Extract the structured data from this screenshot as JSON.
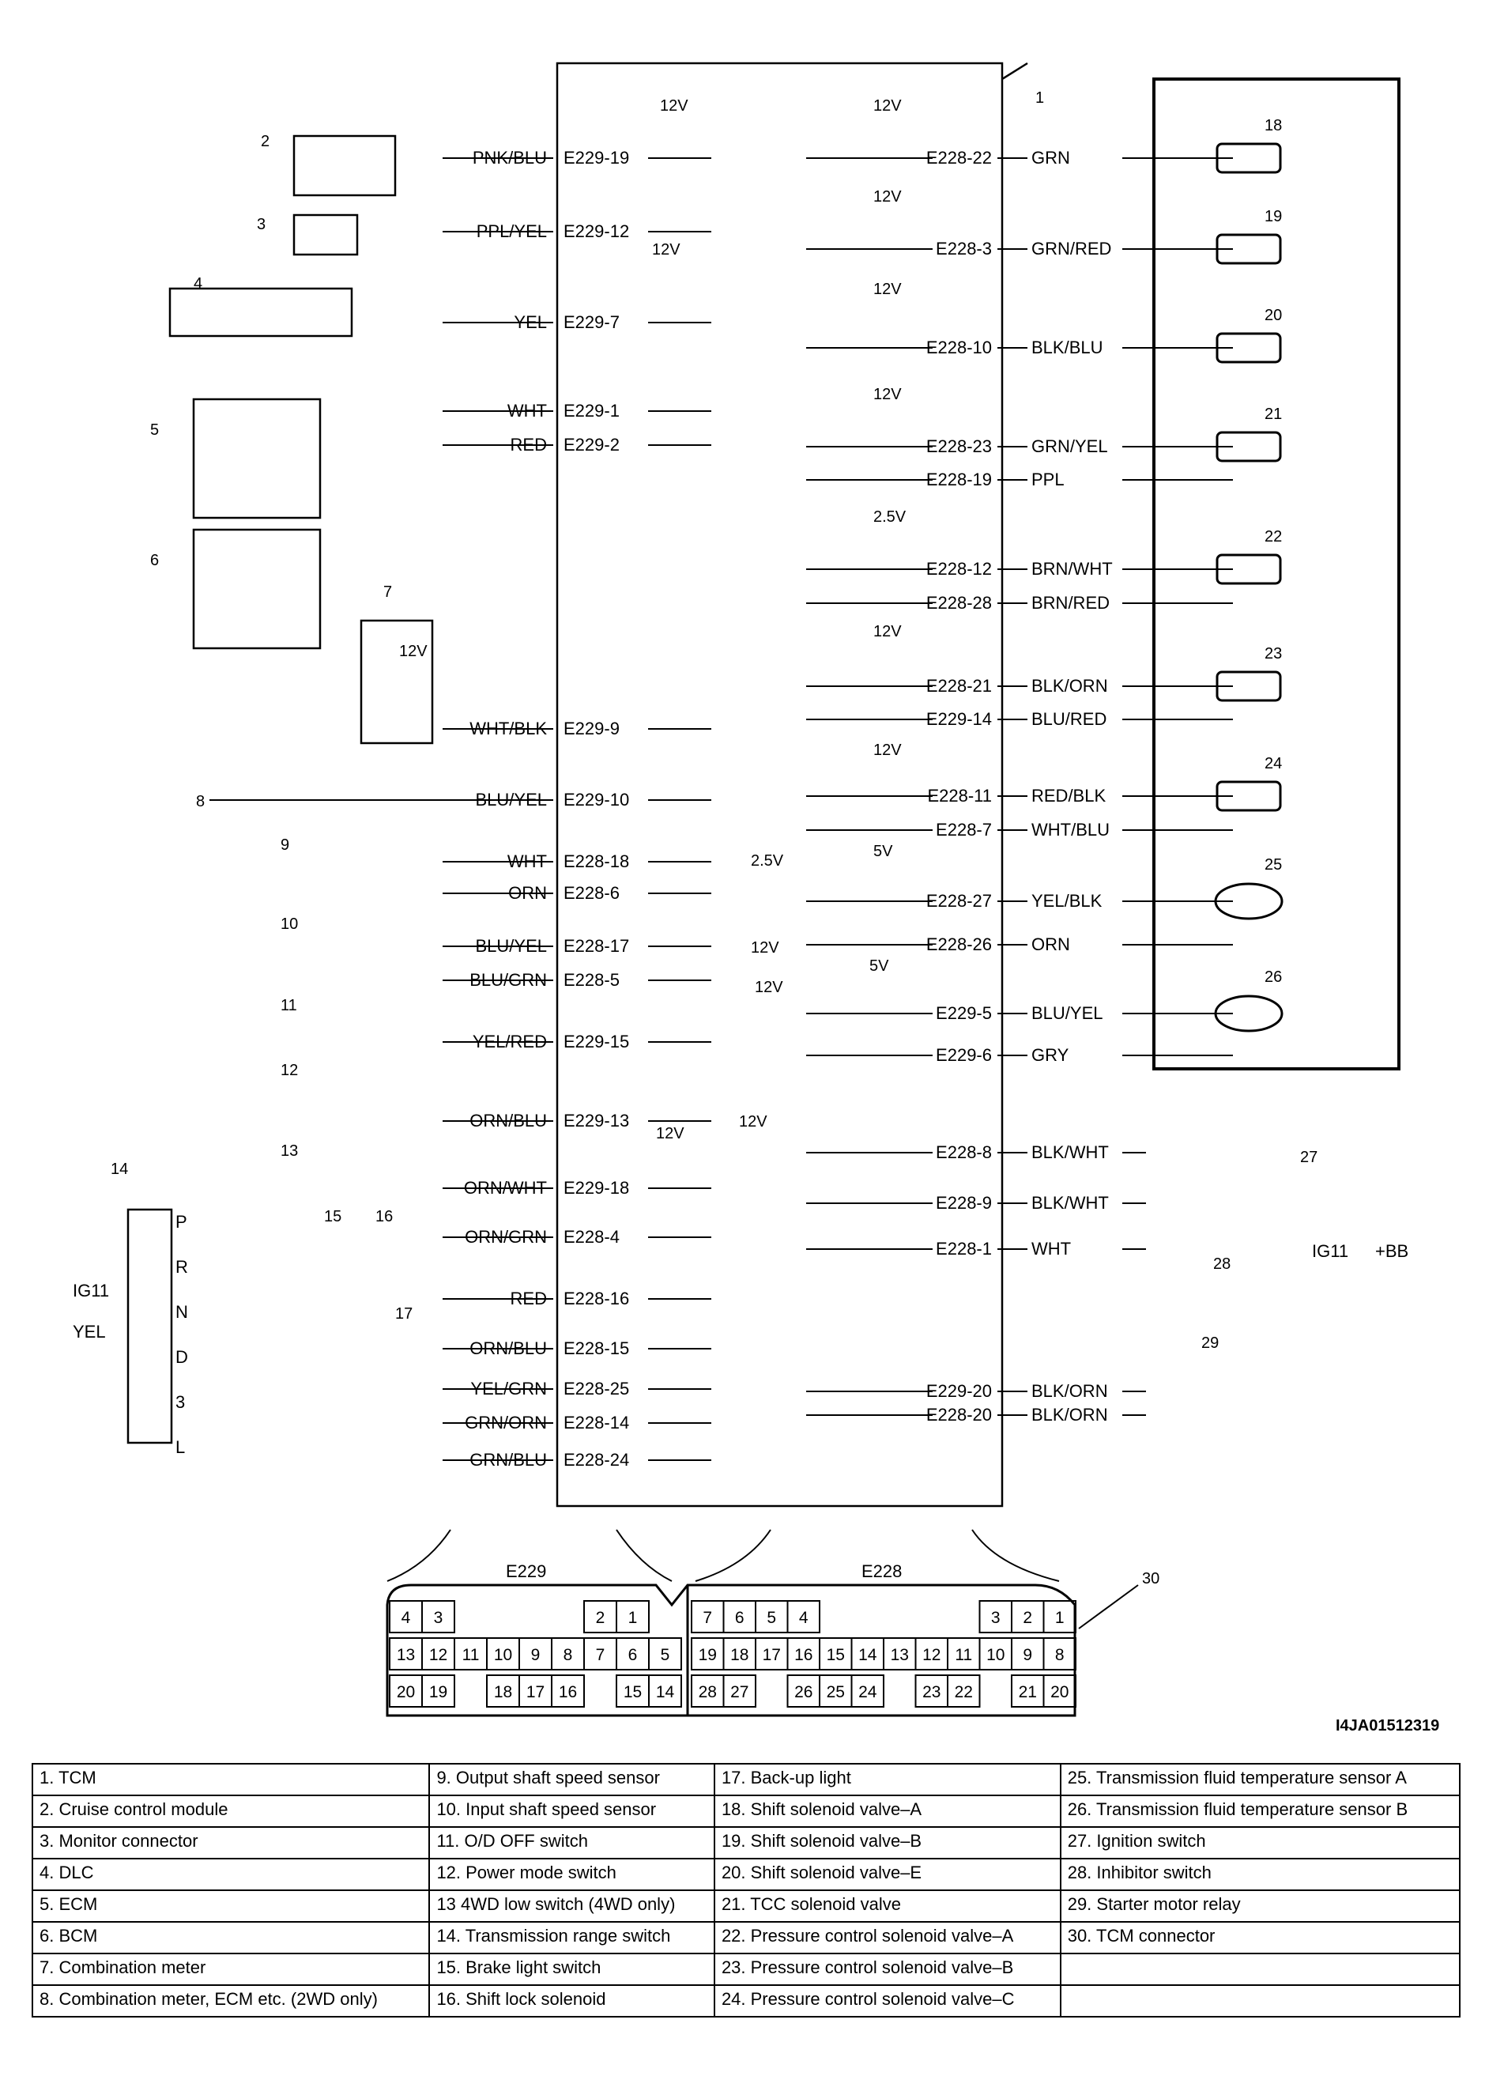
{
  "diagram": {
    "block_number": "1",
    "left_wires": [
      {
        "color": "PNK/BLU",
        "pin": "E229-19"
      },
      {
        "color": "PPL/YEL",
        "pin": "E229-12"
      },
      {
        "color": "YEL",
        "pin": "E229-7"
      },
      {
        "color": "WHT",
        "pin": "E229-1"
      },
      {
        "color": "RED",
        "pin": "E229-2"
      },
      {
        "color": "WHT/BLK",
        "pin": "E229-9"
      },
      {
        "color": "BLU/YEL",
        "pin": "E229-10"
      },
      {
        "color": "WHT",
        "pin": "E228-18"
      },
      {
        "color": "ORN",
        "pin": "E228-6"
      },
      {
        "color": "BLU/YEL",
        "pin": "E228-17"
      },
      {
        "color": "BLU/GRN",
        "pin": "E228-5"
      },
      {
        "color": "YEL/RED",
        "pin": "E229-15"
      },
      {
        "color": "ORN/BLU",
        "pin": "E229-13"
      },
      {
        "color": "ORN/WHT",
        "pin": "E229-18"
      },
      {
        "color": "ORN/GRN",
        "pin": "E228-4"
      },
      {
        "color": "RED",
        "pin": "E228-16"
      },
      {
        "color": "ORN/BLU",
        "pin": "E228-15"
      },
      {
        "color": "YEL/GRN",
        "pin": "E228-25"
      },
      {
        "color": "GRN/ORN",
        "pin": "E228-14"
      },
      {
        "color": "GRN/BLU",
        "pin": "E228-24"
      }
    ],
    "right_wires": [
      {
        "pin": "E228-22",
        "color": "GRN"
      },
      {
        "pin": "E228-3",
        "color": "GRN/RED"
      },
      {
        "pin": "E228-10",
        "color": "BLK/BLU"
      },
      {
        "pin": "E228-23",
        "color": "GRN/YEL"
      },
      {
        "pin": "E228-19",
        "color": "PPL"
      },
      {
        "pin": "E228-12",
        "color": "BRN/WHT"
      },
      {
        "pin": "E228-28",
        "color": "BRN/RED"
      },
      {
        "pin": "E228-21",
        "color": "BLK/ORN"
      },
      {
        "pin": "E229-14",
        "color": "BLU/RED"
      },
      {
        "pin": "E228-11",
        "color": "RED/BLK"
      },
      {
        "pin": "E228-7",
        "color": "WHT/BLU"
      },
      {
        "pin": "E228-27",
        "color": "YEL/BLK"
      },
      {
        "pin": "E228-26",
        "color": "ORN"
      },
      {
        "pin": "E229-5",
        "color": "BLU/YEL"
      },
      {
        "pin": "E229-6",
        "color": "GRY"
      },
      {
        "pin": "E228-8",
        "color": "BLK/WHT"
      },
      {
        "pin": "E228-9",
        "color": "BLK/WHT"
      },
      {
        "pin": "E228-1",
        "color": "WHT"
      },
      {
        "pin": "E229-20",
        "color": "BLK/ORN"
      },
      {
        "pin": "E228-20",
        "color": "BLK/ORN"
      }
    ],
    "voltages": {
      "v12": "12V",
      "v5": "5V",
      "v25": "2.5V"
    },
    "component_numbers": [
      "2",
      "3",
      "4",
      "5",
      "6",
      "7",
      "8",
      "9",
      "10",
      "11",
      "12",
      "13",
      "14",
      "15",
      "16",
      "17",
      "18",
      "19",
      "20",
      "21",
      "22",
      "23",
      "24",
      "25",
      "26",
      "27",
      "28",
      "29",
      "30"
    ],
    "range_positions": [
      "P",
      "R",
      "N",
      "D",
      "3",
      "L"
    ],
    "ig11_label": "IG11",
    "yel_label": "YEL",
    "bb_label": "+BB",
    "connectors": {
      "e229_label": "E229",
      "e228_label": "E228",
      "e229_rows": [
        [
          "4",
          "3",
          "",
          "",
          "",
          "",
          "2",
          "1"
        ],
        [
          "13",
          "12",
          "11",
          "10",
          "9",
          "8",
          "7",
          "6",
          "5"
        ],
        [
          "20",
          "19",
          "",
          "18",
          "17",
          "16",
          "",
          "15",
          "14"
        ]
      ],
      "e228_rows": [
        [
          "7",
          "6",
          "5",
          "4",
          "",
          "",
          "",
          "",
          "",
          "3",
          "2",
          "1"
        ],
        [
          "19",
          "18",
          "17",
          "16",
          "15",
          "14",
          "13",
          "12",
          "11",
          "10",
          "9",
          "8"
        ],
        [
          "28",
          "27",
          "",
          "26",
          "25",
          "24",
          "",
          "23",
          "22",
          "",
          "21",
          "20"
        ]
      ]
    },
    "ref_code": "I4JA01512319"
  },
  "legend": [
    [
      "1. TCM",
      "9. Output shaft speed sensor",
      "17. Back-up light",
      "25. Transmission fluid temperature sensor A"
    ],
    [
      "2. Cruise control module",
      "10. Input shaft speed sensor",
      "18. Shift solenoid valve–A",
      "26. Transmission fluid temperature sensor B"
    ],
    [
      "3. Monitor connector",
      "11. O/D OFF switch",
      "19. Shift solenoid valve–B",
      "27. Ignition switch"
    ],
    [
      "4. DLC",
      "12. Power mode switch",
      "20. Shift solenoid valve–E",
      "28. Inhibitor switch"
    ],
    [
      "5. ECM",
      "13 4WD low switch (4WD only)",
      "21. TCC solenoid valve",
      "29. Starter motor relay"
    ],
    [
      "6. BCM",
      "14. Transmission range switch",
      "22. Pressure control solenoid valve–A",
      "30. TCM connector"
    ],
    [
      "7. Combination meter",
      "15. Brake light switch",
      "23. Pressure control solenoid valve–B",
      ""
    ],
    [
      "8. Combination meter, ECM etc. (2WD only)",
      "16. Shift lock solenoid",
      "24. Pressure control solenoid valve–C",
      ""
    ]
  ]
}
